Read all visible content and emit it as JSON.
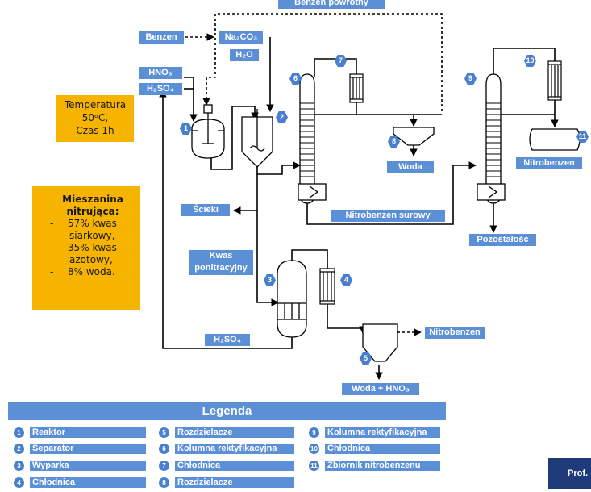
{
  "streams": {
    "benzen_powrotny": "Benzen powrotny",
    "benzen": "Benzen",
    "na2co3": "Na₂CO₃",
    "h2o": "H₂O",
    "hno3": "HNO₃",
    "h2so4_top": "H₂SO₄",
    "woda": "Woda",
    "nitrobenzen_top": "Nitrobenzen",
    "scieki": "Ścieki",
    "nitrobenzen_surowy": "Nitrobenzen surowy",
    "pozostalosc": "Pozostałość",
    "kwas_line1": "Kwas",
    "kwas_line2": "ponitracyjny",
    "h2so4_bottom": "H₂SO₄",
    "nitrobenzen_bottom": "Nitrobenzen",
    "woda_hno3": "Woda + HNO₃"
  },
  "conditions": {
    "line1": "Temperatura",
    "line2": "50ᵒC,",
    "line3": "Czas 1h"
  },
  "mixture": {
    "title1": "Mieszanina",
    "title2": "nitrująca:",
    "items": [
      {
        "dash": "-",
        "l1": "57% kwas",
        "l2": "siarkowy,"
      },
      {
        "dash": "-",
        "l1": "35% kwas",
        "l2": "azotowy,"
      },
      {
        "dash": "-",
        "l1": "8% woda.",
        "l2": ""
      }
    ]
  },
  "unit_numbers": [
    "1",
    "2",
    "3",
    "4",
    "5",
    "6",
    "7",
    "8",
    "9",
    "10",
    "11"
  ],
  "legend": {
    "title": "Legenda",
    "items": [
      {
        "num": "1",
        "label": "Reaktor"
      },
      {
        "num": "2",
        "label": "Separator"
      },
      {
        "num": "3",
        "label": "Wyparka"
      },
      {
        "num": "4",
        "label": "Chłodnica"
      },
      {
        "num": "5",
        "label": "Rozdzielacze"
      },
      {
        "num": "6",
        "label": "Kolumna rektyfikacyjna"
      },
      {
        "num": "7",
        "label": "Chłodnica"
      },
      {
        "num": "8",
        "label": "Rozdzielacze"
      },
      {
        "num": "9",
        "label": "Kolumna rektyfikacyjna"
      },
      {
        "num": "10",
        "label": "Chłodnica"
      },
      {
        "num": "11",
        "label": "Zbiornik nitrobenzenu"
      }
    ]
  },
  "footer": {
    "author": "Prof."
  },
  "colors": {
    "tag_blue": "#5b8fd6",
    "note_orange": "#f6b400",
    "badge_blue": "#4a7fce",
    "footer_navy": "#1f3a78"
  }
}
